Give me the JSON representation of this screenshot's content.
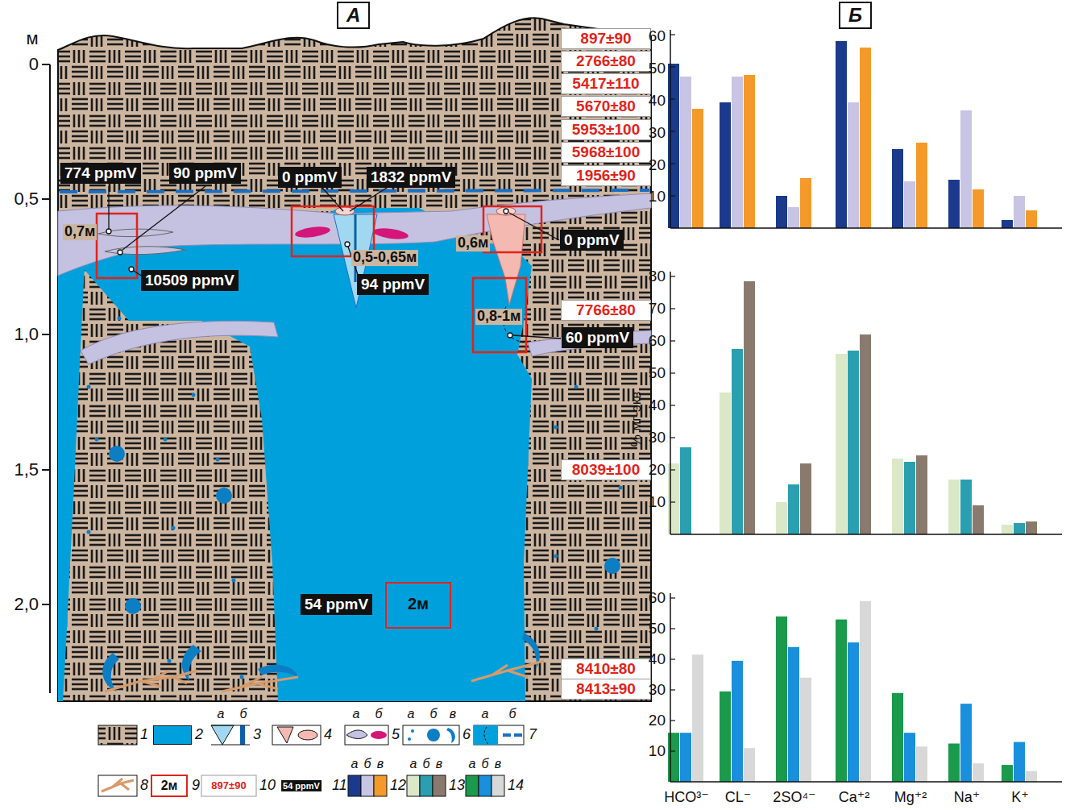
{
  "diagram": {
    "nodes": [
      {
        "text": [
          "А"
        ]
      },
      {
        "text": [
          "Б"
        ]
      },
      {
        "text": [
          "897±90"
        ]
      },
      {
        "text": [
          "2766±80"
        ]
      },
      {
        "text": [
          "5417±110"
        ]
      },
      {
        "text": [
          "5670±80"
        ]
      },
      {
        "text": [
          "5953±100"
        ]
      },
      {
        "text": [
          "5968±100"
        ]
      },
      {
        "text": [
          "1956±90"
        ]
      },
      {
        "text": [
          "7766±80"
        ]
      },
      {
        "text": [
          "8039±100"
        ]
      },
      {
        "text": [
          "8410±80"
        ]
      },
      {
        "text": [
          "8413±90"
        ]
      },
      {
        "text": [
          "774 ppmV"
        ]
      },
      {
        "text": [
          "90 ppmV"
        ]
      },
      {
        "text": [
          "0 ppmV"
        ]
      },
      {
        "text": [
          "1832 ppmV"
        ]
      },
      {
        "text": [
          "10509 ppmV"
        ]
      },
      {
        "text": [
          "94 ppmV"
        ]
      },
      {
        "text": [
          "0 ppmV"
        ]
      },
      {
        "text": [
          "60 ppmV"
        ]
      },
      {
        "text": [
          "54 ppmV"
        ]
      },
      {
        "text": [
          "2м"
        ]
      }
    ],
    "labels": [
      "м",
      "0",
      "0,5",
      "1,0",
      "1,5",
      "2,0",
      "0,7м",
      "0,5-0,65м",
      "0,6м",
      "0,8-1м",
      "60",
      "50",
      "40",
      "30",
      "20",
      "10",
      "80",
      "70",
      "60",
      "50",
      "40",
      "30",
      "20",
      "10",
      "% мг-экв",
      "60",
      "50",
      "40",
      "30",
      "20",
      "10",
      "HCO³⁻",
      "CL⁻",
      "2SO⁴⁻",
      "Ca⁺²",
      "Mg⁺²",
      "Na⁺",
      "K⁺",
      "а",
      "б",
      "а",
      "б",
      "а",
      "б",
      "в",
      "а",
      "б",
      "а",
      "б",
      "в",
      "а",
      "б",
      "в",
      "а",
      "б",
      "в",
      "2м",
      "897±90",
      "54 ppmV"
    ],
    "legend": [
      {
        "text": "1"
      },
      {
        "text": "2",
        "color": "#00a0dc"
      },
      {
        "text": "3"
      },
      {
        "text": "4"
      },
      {
        "text": "5"
      },
      {
        "text": "6"
      },
      {
        "text": "7"
      },
      {
        "text": "8"
      },
      {
        "text": "9"
      },
      {
        "text": "10"
      },
      {
        "text": "11"
      },
      {
        "text": "12"
      },
      {
        "text": "13"
      },
      {
        "text": "14"
      }
    ]
  }
}
